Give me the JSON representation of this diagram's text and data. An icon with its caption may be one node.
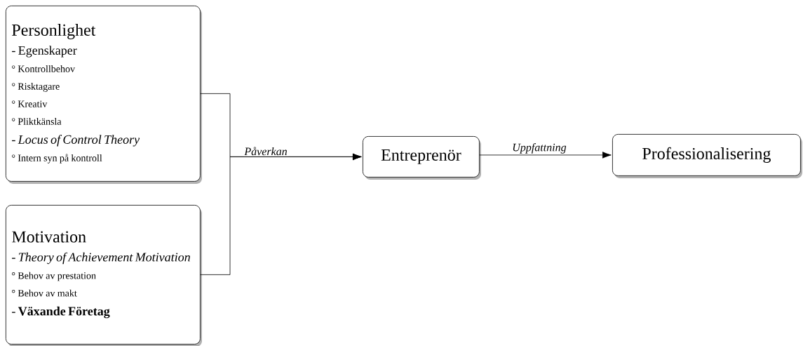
{
  "diagram": {
    "nodes": [
      {
        "text": [
          "Personlighet",
          "- Egenskaper",
          "° Kontrollbehov",
          "° Risktagare",
          "° Kreativ",
          "° Pliktkänsla",
          "- *Locus of Control Theory*",
          "° Intern syn på kontroll"
        ]
      },
      {
        "text": [
          "Motivation",
          "- *Theory of Achievement Motivation*",
          "° Behov av prestation",
          "° Behov av makt",
          "- **Växande Företag**"
        ]
      },
      {
        "text": [
          "Entreprenör"
        ]
      },
      {
        "text": [
          "Professionalisering"
        ]
      }
    ],
    "edges": [
      {
        "from": 0,
        "to": 2,
        "arrow": "to",
        "label": "Påverkan"
      },
      {
        "from": 1,
        "to": 2,
        "arrow": "to"
      },
      {
        "from": 2,
        "to": 3,
        "arrow": "to",
        "label": "Uppfattning"
      }
    ]
  }
}
